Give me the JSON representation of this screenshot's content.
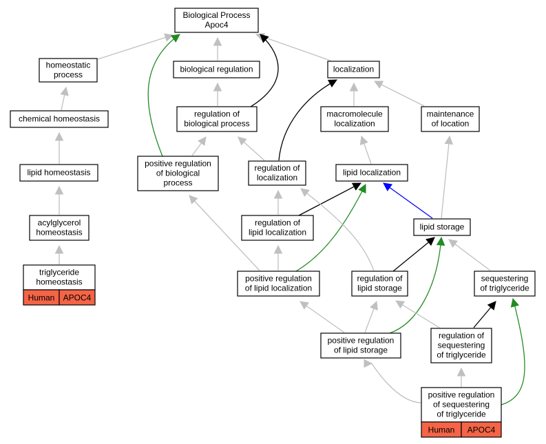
{
  "colors": {
    "is_a": "#c0c0c0",
    "regulates": "#000000",
    "positively_regulates": "#228b22",
    "part_of": "#0000ff",
    "annotation_tag": "#f46446"
  },
  "nodes": [
    {
      "id": "bp",
      "lines": [
        "Biological Process",
        "Apoc4"
      ]
    },
    {
      "id": "homeostatic",
      "lines": [
        "homeostatic",
        "process"
      ]
    },
    {
      "id": "bioreg",
      "lines": [
        "biological regulation"
      ]
    },
    {
      "id": "localization",
      "lines": [
        "localization"
      ]
    },
    {
      "id": "chemhomeo",
      "lines": [
        "chemical homeostasis"
      ]
    },
    {
      "id": "regbp",
      "lines": [
        "regulation of",
        "biological process"
      ]
    },
    {
      "id": "macroloc",
      "lines": [
        "macromolecule",
        "localization"
      ]
    },
    {
      "id": "maintloc",
      "lines": [
        "maintenance",
        "of location"
      ]
    },
    {
      "id": "lipidhomeo",
      "lines": [
        "lipid homeostasis"
      ]
    },
    {
      "id": "posregbp",
      "lines": [
        "positive regulation",
        "of biological",
        "process"
      ]
    },
    {
      "id": "regloc",
      "lines": [
        "regulation of",
        "localization"
      ]
    },
    {
      "id": "lipidloc",
      "lines": [
        "lipid localization"
      ]
    },
    {
      "id": "acylhomeo",
      "lines": [
        "acylglycerol",
        "homeostasis"
      ]
    },
    {
      "id": "reglipidloc",
      "lines": [
        "regulation of",
        "lipid localization"
      ]
    },
    {
      "id": "lipidstorage",
      "lines": [
        "lipid storage"
      ]
    },
    {
      "id": "trighomeo",
      "lines": [
        "triglyceride",
        "homeostasis"
      ],
      "tags": [
        "Human",
        "APOC4"
      ]
    },
    {
      "id": "posreglipidloc",
      "lines": [
        "positive regulation",
        "of lipid localization"
      ]
    },
    {
      "id": "reglipidstorage",
      "lines": [
        "regulation of",
        "lipid storage"
      ]
    },
    {
      "id": "seqtrig",
      "lines": [
        "sequestering",
        "of triglyceride"
      ]
    },
    {
      "id": "posreglipidstorage",
      "lines": [
        "positive regulation",
        "of lipid storage"
      ]
    },
    {
      "id": "regseqtrig",
      "lines": [
        "regulation of",
        "sequestering",
        "of triglyceride"
      ]
    },
    {
      "id": "posregseqtrig",
      "lines": [
        "positive regulation",
        "of sequestering",
        "of triglyceride"
      ],
      "tags": [
        "Human",
        "APOC4"
      ]
    }
  ],
  "edges": [
    {
      "id": "e1",
      "from": "homeostatic",
      "to": "bp",
      "type": "is_a"
    },
    {
      "id": "e2",
      "from": "bioreg",
      "to": "bp",
      "type": "is_a"
    },
    {
      "id": "e3",
      "from": "localization",
      "to": "bp",
      "type": "is_a"
    },
    {
      "id": "e4",
      "from": "chemhomeo",
      "to": "homeostatic",
      "type": "is_a"
    },
    {
      "id": "e5",
      "from": "regbp",
      "to": "bioreg",
      "type": "is_a"
    },
    {
      "id": "e6",
      "from": "regbp",
      "to": "bp",
      "type": "regulates"
    },
    {
      "id": "e7",
      "from": "macroloc",
      "to": "localization",
      "type": "is_a"
    },
    {
      "id": "e8",
      "from": "maintloc",
      "to": "localization",
      "type": "is_a"
    },
    {
      "id": "e9",
      "from": "lipidhomeo",
      "to": "chemhomeo",
      "type": "is_a"
    },
    {
      "id": "e10",
      "from": "posregbp",
      "to": "regbp",
      "type": "is_a"
    },
    {
      "id": "e11",
      "from": "posregbp",
      "to": "bp",
      "type": "positively_regulates"
    },
    {
      "id": "e12",
      "from": "regloc",
      "to": "regbp",
      "type": "is_a"
    },
    {
      "id": "e13",
      "from": "regloc",
      "to": "localization",
      "type": "regulates"
    },
    {
      "id": "e14",
      "from": "lipidloc",
      "to": "macroloc",
      "type": "is_a"
    },
    {
      "id": "e15",
      "from": "acylhomeo",
      "to": "lipidhomeo",
      "type": "is_a"
    },
    {
      "id": "e16",
      "from": "reglipidloc",
      "to": "regloc",
      "type": "is_a"
    },
    {
      "id": "e17",
      "from": "reglipidloc",
      "to": "lipidloc",
      "type": "regulates"
    },
    {
      "id": "e18",
      "from": "lipidstorage",
      "to": "maintloc",
      "type": "is_a"
    },
    {
      "id": "e19",
      "from": "lipidstorage",
      "to": "lipidloc",
      "type": "part_of"
    },
    {
      "id": "e20",
      "from": "trighomeo",
      "to": "acylhomeo",
      "type": "is_a"
    },
    {
      "id": "e21",
      "from": "posreglipidloc",
      "to": "posregbp",
      "type": "is_a"
    },
    {
      "id": "e22",
      "from": "posreglipidloc",
      "to": "reglipidloc",
      "type": "is_a"
    },
    {
      "id": "e23",
      "from": "posreglipidloc",
      "to": "lipidloc",
      "type": "positively_regulates"
    },
    {
      "id": "e24",
      "from": "reglipidstorage",
      "to": "regloc",
      "type": "is_a"
    },
    {
      "id": "e25",
      "from": "reglipidstorage",
      "to": "lipidstorage",
      "type": "regulates"
    },
    {
      "id": "e26",
      "from": "seqtrig",
      "to": "lipidstorage",
      "type": "is_a"
    },
    {
      "id": "e27",
      "from": "posreglipidstorage",
      "to": "posreglipidloc",
      "type": "is_a"
    },
    {
      "id": "e28",
      "from": "posreglipidstorage",
      "to": "reglipidstorage",
      "type": "is_a"
    },
    {
      "id": "e29",
      "from": "posreglipidstorage",
      "to": "lipidstorage",
      "type": "positively_regulates"
    },
    {
      "id": "e30",
      "from": "regseqtrig",
      "to": "reglipidstorage",
      "type": "is_a"
    },
    {
      "id": "e31",
      "from": "regseqtrig",
      "to": "seqtrig",
      "type": "regulates"
    },
    {
      "id": "e32",
      "from": "posregseqtrig",
      "to": "posreglipidstorage",
      "type": "is_a"
    },
    {
      "id": "e33",
      "from": "posregseqtrig",
      "to": "regseqtrig",
      "type": "is_a"
    },
    {
      "id": "e34",
      "from": "posregseqtrig",
      "to": "seqtrig",
      "type": "positively_regulates"
    }
  ]
}
